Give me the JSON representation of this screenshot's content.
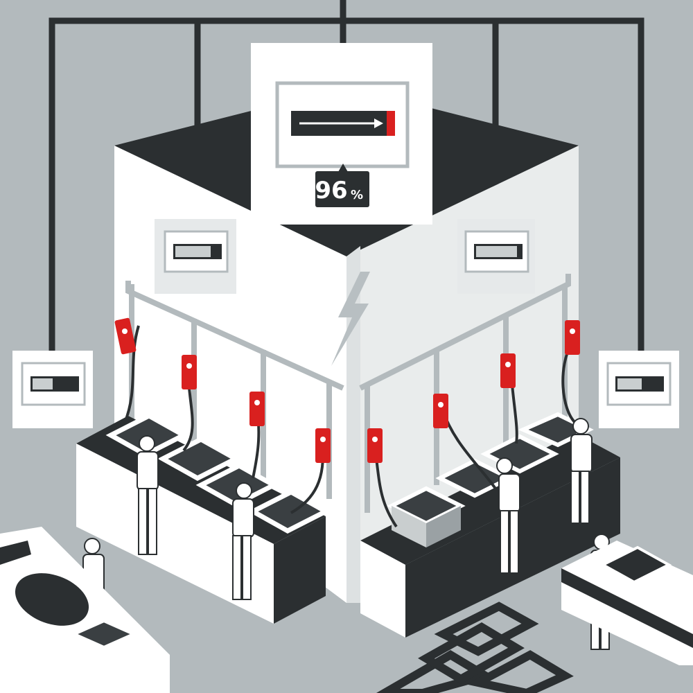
{
  "main_monitor": {
    "value": "96",
    "unit": "%",
    "level": 0.96
  },
  "side_monitors": [
    {
      "name": "left-outer",
      "level": 0.45
    },
    {
      "name": "left-inner",
      "level": 0.8
    },
    {
      "name": "right-inner",
      "level": 0.92
    },
    {
      "name": "right-outer",
      "level": 0.55
    }
  ],
  "colors": {
    "background": "#b3babd",
    "dark": "#2b2f31",
    "white": "#ffffff",
    "light": "#e6e9ea",
    "accent": "#d9201f",
    "mid_gray": "#c9cecf"
  },
  "icons": {
    "arrow": "arrow-right-icon",
    "bolt": "lightning-bolt-icon",
    "socket": "power-socket-icon"
  }
}
